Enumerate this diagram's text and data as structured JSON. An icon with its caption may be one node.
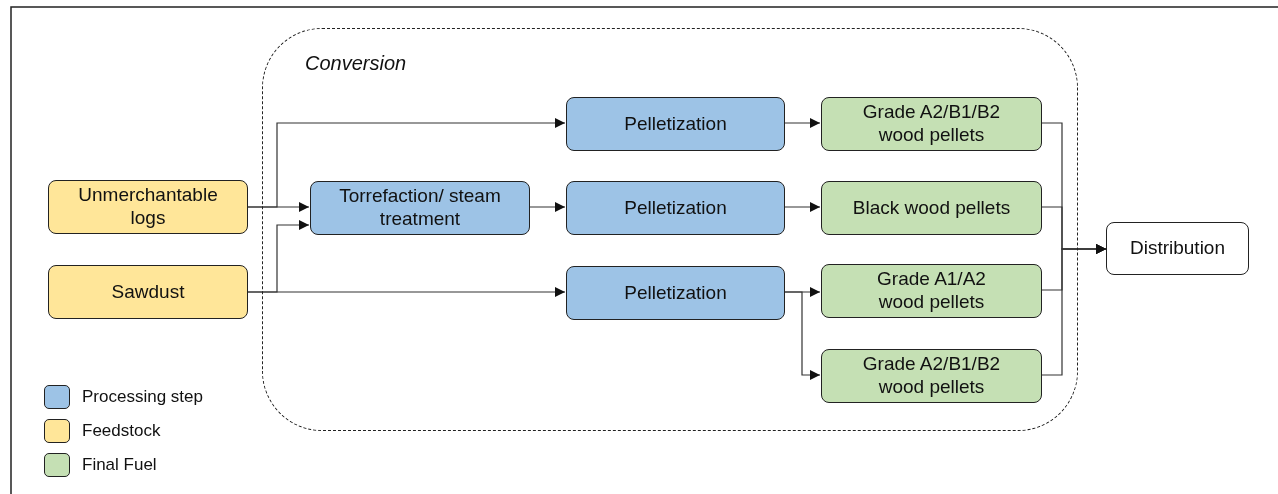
{
  "diagram": {
    "nodes": [
      {
        "text": [
          "Conversion"
        ]
      },
      {
        "text": [
          "Unmerchantable logs"
        ]
      },
      {
        "text": [
          "Sawdust"
        ]
      },
      {
        "text": [
          "Torrefaction/ steam treatment"
        ],
        "in": 0
      },
      {
        "text": [
          "Pelletization"
        ],
        "in": 0
      },
      {
        "text": [
          "Pelletization"
        ],
        "in": 0
      },
      {
        "text": [
          "Pelletization"
        ],
        "in": 0
      },
      {
        "text": [
          "Grade A2/B1/B2 wood pellets"
        ],
        "in": 0
      },
      {
        "text": [
          "Black wood pellets"
        ],
        "in": 0
      },
      {
        "text": [
          "Grade A1/A2 wood pellets"
        ],
        "in": 0
      },
      {
        "text": [
          "Grade A2/B1/B2 wood pellets"
        ],
        "in": 0
      },
      {
        "text": [
          "Distribution"
        ]
      }
    ],
    "edges": [
      {
        "from": 1,
        "to": 4,
        "arrow": "to"
      },
      {
        "from": 1,
        "to": 3,
        "arrow": "to"
      },
      {
        "from": 2,
        "to": 3,
        "arrow": "to"
      },
      {
        "from": 2,
        "to": 6,
        "arrow": "to"
      },
      {
        "from": 3,
        "to": 5,
        "arrow": "to"
      },
      {
        "from": 4,
        "to": 7,
        "arrow": "to"
      },
      {
        "from": 5,
        "to": 8,
        "arrow": "to"
      },
      {
        "from": 6,
        "to": 9,
        "arrow": "to"
      },
      {
        "from": 6,
        "to": 10,
        "arrow": "to"
      },
      {
        "from": 7,
        "to": 11,
        "arrow": "to"
      },
      {
        "from": 8,
        "to": 11,
        "arrow": "to"
      },
      {
        "from": 9,
        "to": 11,
        "arrow": "to"
      },
      {
        "from": 10,
        "to": 11,
        "arrow": "to"
      }
    ],
    "legend": [
      {
        "text": "Processing step",
        "color": "#9dc3e6"
      },
      {
        "text": "Feedstock",
        "color": "#ffe699"
      },
      {
        "text": "Final Fuel",
        "color": "#c5e0b4"
      }
    ]
  }
}
